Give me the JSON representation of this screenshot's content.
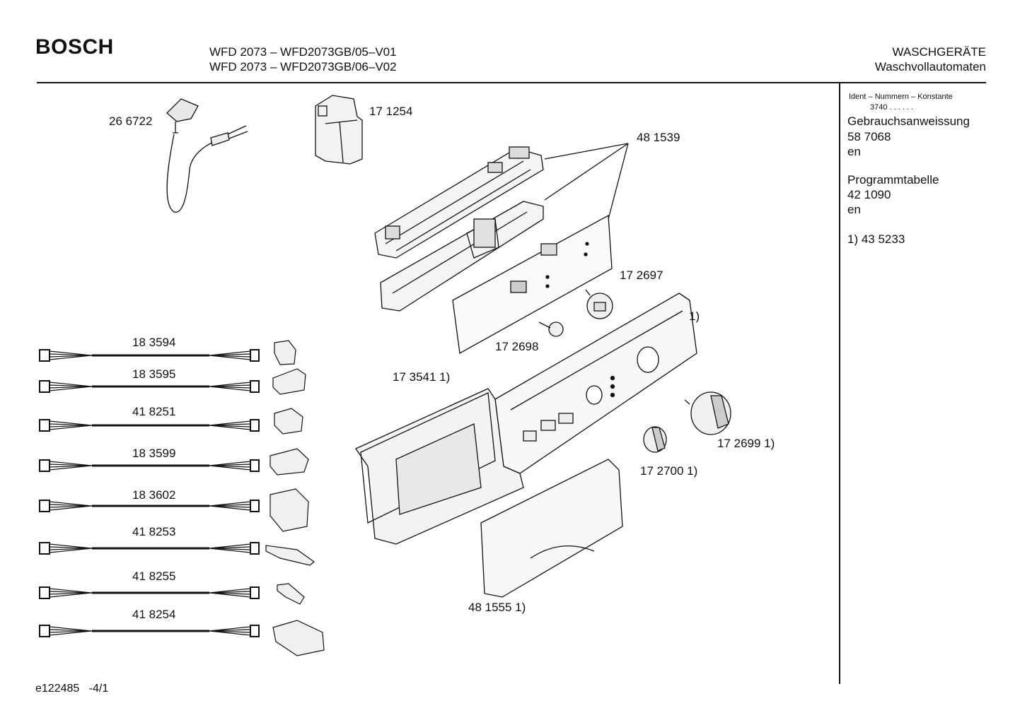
{
  "header": {
    "brand": "BOSCH",
    "model_lines": [
      "WFD 2073 – WFD2073GB/05–V01",
      "WFD 2073 – WFD2073GB/06–V02"
    ],
    "category": "WASCHGERÄTE",
    "subcategory": "Waschvollautomaten"
  },
  "sidebar": {
    "ident_title": "Ident – Nummern – Konstante",
    "ident_value": "3740 . . . . . .",
    "manual_label": "Gebrauchsanweissung",
    "manual_number": "58 7068",
    "manual_lang": "en",
    "program_label": "Programmtabelle",
    "program_number": "42 1090",
    "program_lang": "en",
    "note": "1)  43 5233"
  },
  "parts": {
    "power_cord": "26 6722",
    "filter": "17 1254",
    "control_module": "48 1539",
    "knob_axle_large": "17 2697",
    "knob_axle_small": "17 2698",
    "panel_note": "1)",
    "panel_frame": "17 3541 1)",
    "knob_large": "17 2699 1)",
    "knob_small": "17 2700 1)",
    "drawer_front": "48 1555 1)"
  },
  "cables": [
    "18 3594",
    "18 3595",
    "41 8251",
    "18 3599",
    "18 3602",
    "41 8253",
    "41 8255",
    "41 8254"
  ],
  "footer": {
    "code": "e122485",
    "page": "-4/1"
  }
}
